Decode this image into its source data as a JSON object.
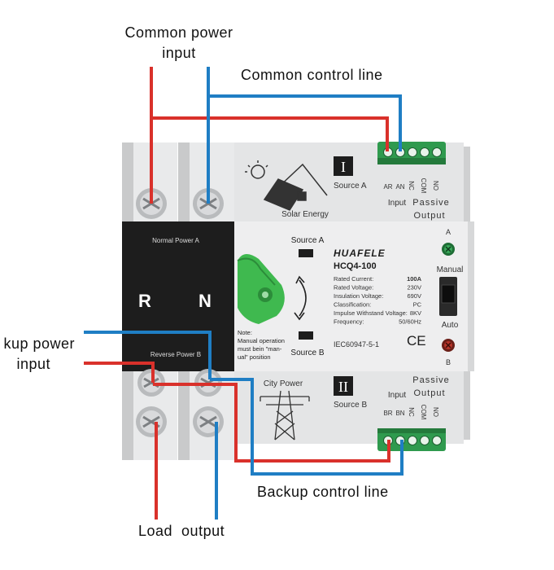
{
  "callouts": {
    "common_power": [
      "Common power",
      "input"
    ],
    "common_control": "Common control line",
    "backup_power": [
      "kup power",
      "input"
    ],
    "backup_control": "Backup control line",
    "load_output": "Load  output"
  },
  "device": {
    "brand": "HUAFELE",
    "model": "HCQ4-100",
    "top_panel": {
      "numeral": "I",
      "source": "Source A",
      "caption": "Solar Energy",
      "terminal_labels": [
        "AR",
        "AN",
        "NC",
        "COM",
        "NO"
      ],
      "input": "Input",
      "passive": "Passive",
      "output": "Output"
    },
    "bottom_panel": {
      "numeral": "II",
      "source": "Source B",
      "caption": "City Power",
      "terminal_labels": [
        "BR",
        "BN",
        "NC",
        "COM",
        "NO"
      ],
      "input": "Input",
      "passive": "Passive",
      "output": "Output"
    },
    "left_block": {
      "top": "Normal Power A",
      "bottom": "Reverse Power B",
      "r": "R",
      "n": "N"
    },
    "switch": {
      "source_a": "Source A",
      "source_b": "Source B",
      "note": [
        "Note:",
        "Manual operation",
        "must bein \"man-",
        "ual\" position"
      ]
    },
    "specs": [
      {
        "k": "Rated  Current:",
        "v": "100A"
      },
      {
        "k": "Rated  Voltage:",
        "v": "230V"
      },
      {
        "k": "Insulation  Voltage:",
        "v": "690V"
      },
      {
        "k": "Classification:",
        "v": "PC"
      },
      {
        "k": "Impulse Withstand Voltage:",
        "v": "8KV"
      },
      {
        "k": "Frequency:",
        "v": "50/60Hz"
      }
    ],
    "standard": "IEC60947-5-1",
    "ce": "CE",
    "manual": "Manual",
    "auto": "Auto",
    "ind_a": "A",
    "ind_b": "B"
  },
  "colors": {
    "red": "#d9312b",
    "blue": "#1f7ec4",
    "green_terminal": "#2f9a4e",
    "handle": "#3fb94f",
    "body": "#e6e7e8",
    "black_block": "#1d1d1d"
  }
}
